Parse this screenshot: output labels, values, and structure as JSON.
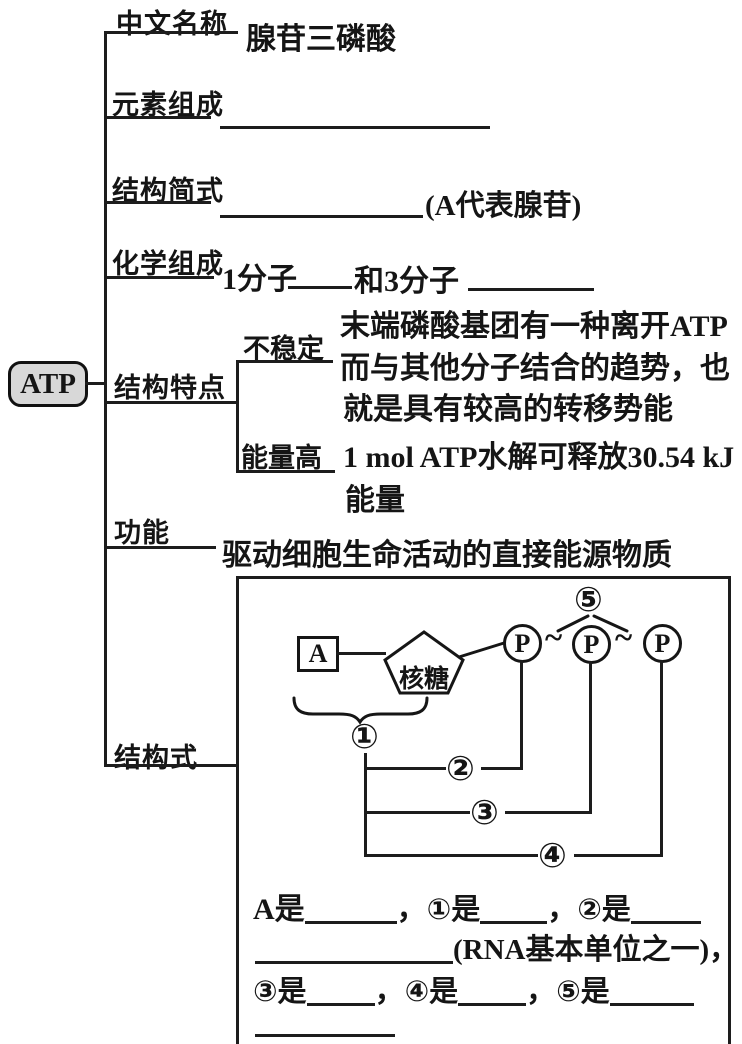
{
  "root": {
    "label": "ATP"
  },
  "branches": {
    "name": {
      "label": "中文名称",
      "value": "腺苷三磷酸"
    },
    "elements": {
      "label": "元素组成"
    },
    "formula": {
      "label": "结构简式",
      "note": "(A代表腺苷)"
    },
    "chemical": {
      "label": "化学组成",
      "part1": "1分子",
      "part2": "和3分子"
    },
    "features": {
      "label": "结构特点",
      "unstable": {
        "label": "不稳定",
        "lines": [
          "末端磷酸基团有一种离开ATP",
          "而与其他分子结合的趋势，也",
          "就是具有较高的转移势能"
        ]
      },
      "high_energy": {
        "label": "能量高",
        "lines": [
          "1 mol ATP水解可释放30.54 kJ",
          "能量"
        ]
      }
    },
    "function": {
      "label": "功能",
      "value": "驱动细胞生命活动的直接能源物质"
    },
    "structure": {
      "label": "结构式"
    }
  },
  "diagram": {
    "adenine": "A",
    "ribose": "核糖",
    "phosphate": "P",
    "tilde": "~",
    "num1": "①",
    "num2": "②",
    "num3": "③",
    "num4": "④",
    "num5": "⑤"
  },
  "answers": {
    "row1": {
      "t1": "A是",
      "c1": "，",
      "t2": "①是",
      "c2": "，",
      "t3": "②是"
    },
    "row2": {
      "note": "(RNA基本单位之一)，"
    },
    "row3": {
      "t1": "③是",
      "c1": "，",
      "t2": "④是",
      "c2": "，",
      "t3": "⑤是"
    }
  }
}
